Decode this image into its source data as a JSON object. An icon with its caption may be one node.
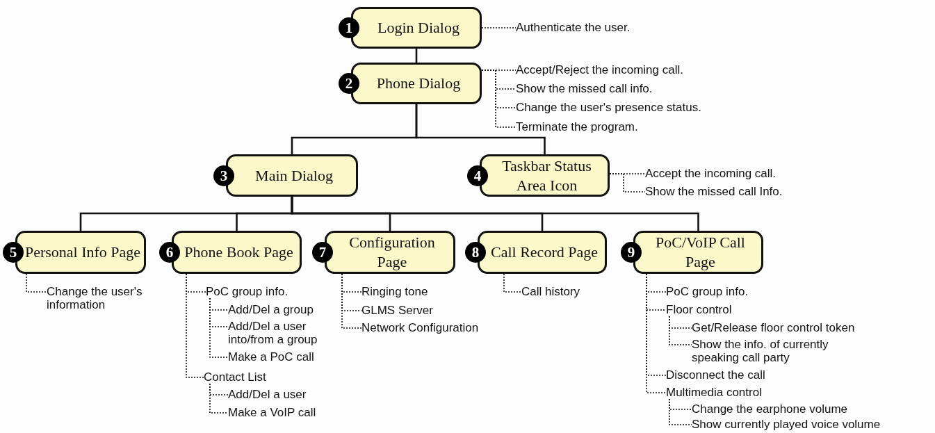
{
  "diagram": {
    "nodes": [
      {
        "text": [
          "1",
          "Login Dialog"
        ]
      },
      {
        "text": [
          "Authenticate the user."
        ]
      },
      {
        "text": [
          "2",
          "Phone Dialog"
        ]
      },
      {
        "text": [
          "Accept/Reject the incoming call."
        ]
      },
      {
        "text": [
          "Show the missed call info."
        ]
      },
      {
        "text": [
          "Change the user's presence status."
        ]
      },
      {
        "text": [
          "Terminate the program."
        ]
      },
      {
        "text": [
          "3",
          "Main Dialog"
        ]
      },
      {
        "text": [
          "4",
          "Taskbar Status Area Icon"
        ]
      },
      {
        "text": [
          "Accept the incoming call."
        ]
      },
      {
        "text": [
          "Show the missed call Info."
        ]
      },
      {
        "text": [
          "5",
          "Personal Info Page"
        ]
      },
      {
        "text": [
          "6",
          "Phone Book Page"
        ]
      },
      {
        "text": [
          "7",
          "Configuration Page"
        ]
      },
      {
        "text": [
          "8",
          "Call Record Page"
        ]
      },
      {
        "text": [
          "9",
          "PoC/VoIP Call Page"
        ]
      },
      {
        "text": [
          "Change the user's information"
        ]
      },
      {
        "text": [
          "PoC group info."
        ]
      },
      {
        "text": [
          "Add/Del a group"
        ]
      },
      {
        "text": [
          "Add/Del a user into/from a group"
        ]
      },
      {
        "text": [
          "Make a PoC call"
        ]
      },
      {
        "text": [
          "Contact List"
        ]
      },
      {
        "text": [
          "Add/Del a user"
        ]
      },
      {
        "text": [
          "Make a VoIP call"
        ]
      },
      {
        "text": [
          "Ringing tone"
        ]
      },
      {
        "text": [
          "GLMS Server"
        ]
      },
      {
        "text": [
          "Network Configuration"
        ]
      },
      {
        "text": [
          "Call history"
        ]
      },
      {
        "text": [
          "PoC group info."
        ]
      },
      {
        "text": [
          "Floor control"
        ]
      },
      {
        "text": [
          "Get/Release floor control token"
        ]
      },
      {
        "text": [
          "Show the info. of currently speaking call party"
        ]
      },
      {
        "text": [
          "Disconnect the call"
        ]
      },
      {
        "text": [
          "Multimedia control"
        ]
      },
      {
        "text": [
          "Change the earphone volume"
        ]
      },
      {
        "text": [
          "Show currently played voice volume"
        ]
      }
    ],
    "edges": [
      {
        "from": 0,
        "to": 2,
        "arrow": "none"
      },
      {
        "from": 2,
        "to": 7,
        "arrow": "none"
      },
      {
        "from": 2,
        "to": 8,
        "arrow": "none"
      },
      {
        "from": 7,
        "to": 11,
        "arrow": "none"
      },
      {
        "from": 7,
        "to": 12,
        "arrow": "none"
      },
      {
        "from": 7,
        "to": 13,
        "arrow": "none"
      },
      {
        "from": 7,
        "to": 14,
        "arrow": "none"
      },
      {
        "from": 7,
        "to": 15,
        "arrow": "none"
      },
      {
        "from": 0,
        "to": 1,
        "arrow": "none",
        "style": "dashed"
      },
      {
        "from": 2,
        "to": 3,
        "arrow": "none",
        "style": "dashed"
      },
      {
        "from": 2,
        "to": 4,
        "arrow": "none",
        "style": "dashed"
      },
      {
        "from": 2,
        "to": 5,
        "arrow": "none",
        "style": "dashed"
      },
      {
        "from": 2,
        "to": 6,
        "arrow": "none",
        "style": "dashed"
      },
      {
        "from": 8,
        "to": 9,
        "arrow": "none",
        "style": "dashed"
      },
      {
        "from": 8,
        "to": 10,
        "arrow": "none",
        "style": "dashed"
      },
      {
        "from": 11,
        "to": 16,
        "arrow": "none",
        "style": "dashed"
      },
      {
        "from": 12,
        "to": 17,
        "arrow": "none",
        "style": "dashed"
      },
      {
        "from": 17,
        "to": 18,
        "arrow": "none",
        "style": "dashed"
      },
      {
        "from": 17,
        "to": 19,
        "arrow": "none",
        "style": "dashed"
      },
      {
        "from": 17,
        "to": 20,
        "arrow": "none",
        "style": "dashed"
      },
      {
        "from": 12,
        "to": 21,
        "arrow": "none",
        "style": "dashed"
      },
      {
        "from": 21,
        "to": 22,
        "arrow": "none",
        "style": "dashed"
      },
      {
        "from": 21,
        "to": 23,
        "arrow": "none",
        "style": "dashed"
      },
      {
        "from": 13,
        "to": 24,
        "arrow": "none",
        "style": "dashed"
      },
      {
        "from": 13,
        "to": 25,
        "arrow": "none",
        "style": "dashed"
      },
      {
        "from": 13,
        "to": 26,
        "arrow": "none",
        "style": "dashed"
      },
      {
        "from": 14,
        "to": 27,
        "arrow": "none",
        "style": "dashed"
      },
      {
        "from": 15,
        "to": 28,
        "arrow": "none",
        "style": "dashed"
      },
      {
        "from": 15,
        "to": 29,
        "arrow": "none",
        "style": "dashed"
      },
      {
        "from": 29,
        "to": 30,
        "arrow": "none",
        "style": "dashed"
      },
      {
        "from": 29,
        "to": 31,
        "arrow": "none",
        "style": "dashed"
      },
      {
        "from": 15,
        "to": 32,
        "arrow": "none",
        "style": "dashed"
      },
      {
        "from": 15,
        "to": 33,
        "arrow": "none",
        "style": "dashed"
      },
      {
        "from": 33,
        "to": 34,
        "arrow": "none",
        "style": "dashed"
      },
      {
        "from": 33,
        "to": 35,
        "arrow": "none",
        "style": "dashed"
      }
    ]
  }
}
